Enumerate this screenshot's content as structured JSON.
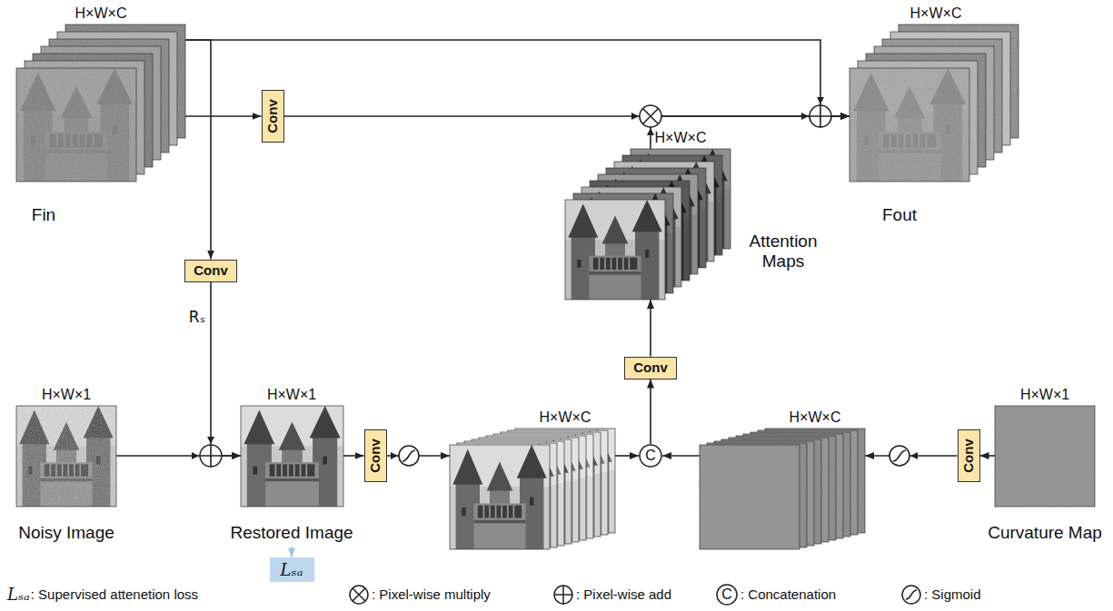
{
  "diagram": {
    "nodes": [
      {
        "text": [
          "H×W×C",
          "Fin"
        ]
      },
      {
        "text": [
          "Conv"
        ]
      },
      {
        "text": [
          "H×W×C",
          "Fout"
        ]
      },
      {
        "text": [
          "H×W×C",
          "Attention Maps"
        ]
      },
      {
        "text": [
          "Conv"
        ]
      },
      {
        "text": [
          "Conv"
        ]
      },
      {
        "text": [
          "H×W×1",
          "Noisy Image"
        ]
      },
      {
        "text": [
          "H×W×1",
          "Restored Image"
        ]
      },
      {
        "text": [
          "Conv"
        ]
      },
      {
        "text": [
          "H×W×C"
        ]
      },
      {
        "text": [
          "C"
        ]
      },
      {
        "text": [
          "H×W×C"
        ]
      },
      {
        "text": [
          "Conv"
        ]
      },
      {
        "text": [
          "H×W×1",
          "Curvature Map"
        ]
      },
      {
        "text": [
          "Lₛₐ"
        ]
      }
    ],
    "edges": [
      {
        "from": 0,
        "to": 1,
        "arrow": "to"
      },
      {
        "from": 1,
        "to": 2,
        "arrow": "to"
      },
      {
        "from": 3,
        "to": 2,
        "arrow": "to"
      },
      {
        "from": 0,
        "to": 2,
        "arrow": "to"
      },
      {
        "from": 0,
        "to": 4,
        "arrow": "to"
      },
      {
        "from": 4,
        "to": 7,
        "label": "Rₛ",
        "arrow": "to"
      },
      {
        "from": 6,
        "to": 7,
        "arrow": "to"
      },
      {
        "from": 7,
        "to": 14,
        "arrow": "to"
      },
      {
        "from": 7,
        "to": 8,
        "arrow": "to"
      },
      {
        "from": 8,
        "to": 9,
        "arrow": "to"
      },
      {
        "from": 9,
        "to": 10,
        "arrow": "to"
      },
      {
        "from": 11,
        "to": 10,
        "arrow": "to"
      },
      {
        "from": 12,
        "to": 11,
        "arrow": "to"
      },
      {
        "from": 13,
        "to": 12,
        "arrow": "to"
      },
      {
        "from": 10,
        "to": 5,
        "arrow": "to"
      },
      {
        "from": 5,
        "to": 3,
        "arrow": "to"
      }
    ],
    "labels": [
      "Lₛₐ",
      "C"
    ],
    "legend": [
      {
        "text": ": Supervised attenetion loss"
      },
      {
        "text": ": Pixel-wise multiply"
      },
      {
        "text": ": Pixel-wise add"
      },
      {
        "text": ": Concatenation"
      },
      {
        "text": ": Sigmoid"
      }
    ]
  }
}
